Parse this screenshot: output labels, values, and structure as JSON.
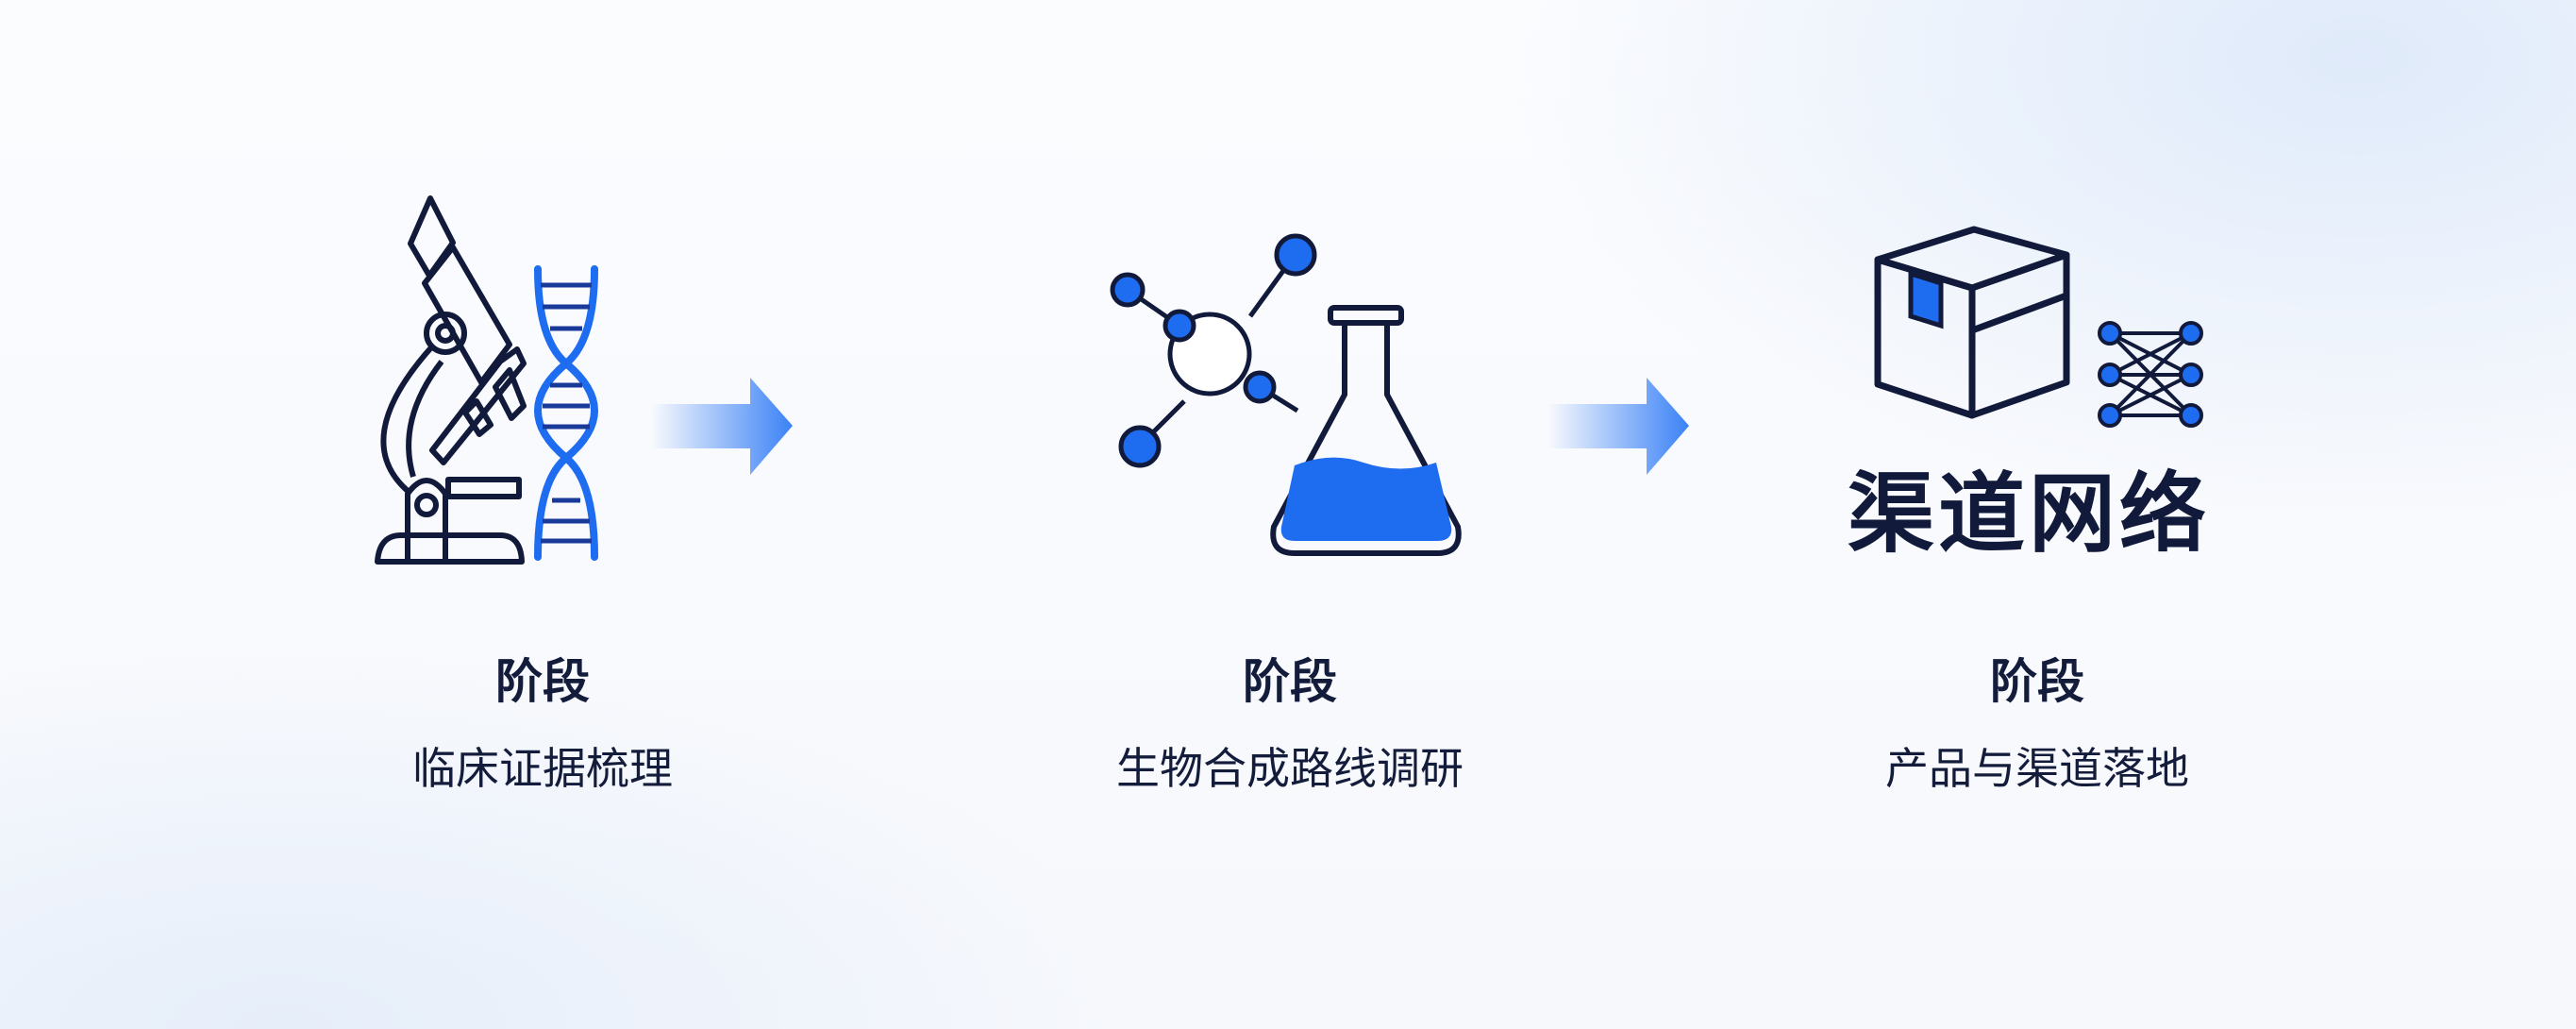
{
  "colors": {
    "dark": "#111a3a",
    "blue": "#1e6cf0",
    "light_blue": "#3b82f6"
  },
  "stages": [
    {
      "title": "阶段",
      "subtitle": "临床证据梳理",
      "icons": [
        "microscope-icon",
        "dna-icon"
      ]
    },
    {
      "title": "阶段",
      "subtitle": "生物合成路线调研",
      "icons": [
        "molecule-icon",
        "flask-icon"
      ]
    },
    {
      "title": "阶段",
      "subtitle": "产品与渠道落地",
      "icons": [
        "box-icon",
        "network-icon"
      ],
      "brand_text": "渠道网络"
    }
  ]
}
